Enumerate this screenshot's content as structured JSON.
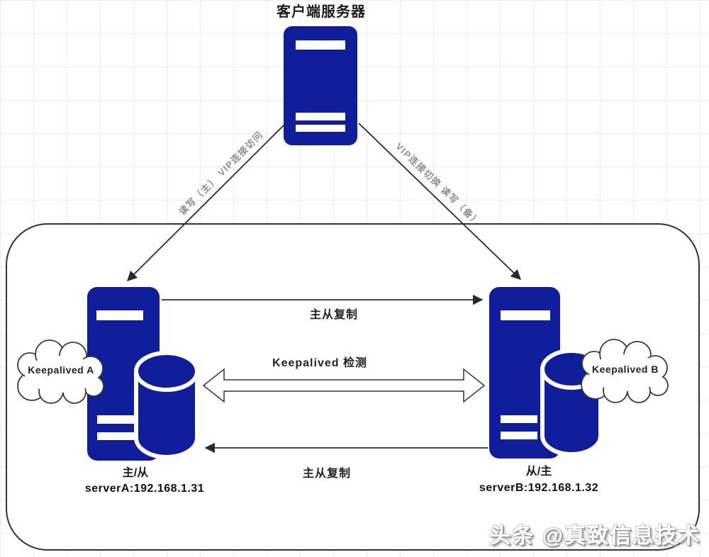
{
  "colors": {
    "server_blue": "#101E9C",
    "line": "#2b2b2b",
    "label_gray": "#8f8f8f",
    "background": "#ffffff"
  },
  "title": {
    "client_server": "客户端服务器"
  },
  "connections": {
    "client_to_a": "读写（主） VIP连接访问",
    "client_to_b": "VIP连接切换 读写（备）",
    "replication_top": "主从复制",
    "replication_bottom": "主从复制",
    "heartbeat": "Keepalived 检测"
  },
  "nodes": {
    "keepalived_a": "Keepalived A",
    "keepalived_b": "Keepalived B",
    "server_a": {
      "role": "主/从",
      "address": "serverA:192.168.1.31"
    },
    "server_b": {
      "role": "从/主",
      "address": "serverB:192.168.1.32"
    }
  },
  "watermark": "头条 @真致信息技术"
}
